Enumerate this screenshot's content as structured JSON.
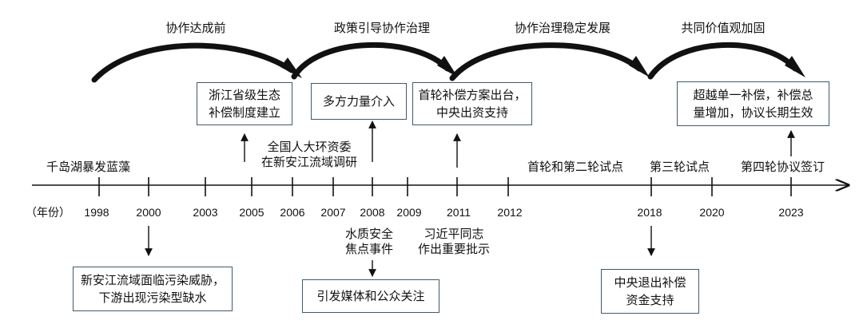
{
  "axis_unit": "（年份）",
  "phases": [
    {
      "id": "p1",
      "label": "协作达成前"
    },
    {
      "id": "p2",
      "label": "政策引导协作治理"
    },
    {
      "id": "p3",
      "label": "协作治理稳定发展"
    },
    {
      "id": "p4",
      "label": "共同价值观加固"
    }
  ],
  "years": [
    "1998",
    "2000",
    "2003",
    "2005",
    "2006",
    "2007",
    "2008",
    "2009",
    "2011",
    "2012",
    "2018",
    "2020",
    "2023"
  ],
  "events": {
    "y1998": "千岛湖暴发蓝藻",
    "y2006_survey": "全国人大环资委\n在新安江流域调研",
    "pilot_1_2": "首轮和第二轮试点",
    "pilot_3": "第三轮试点",
    "pilot_4": "第四轮协议签订",
    "y2008_water": "水质安全\n焦点事件",
    "y2011_xi": "习近平同志\n作出重要批示"
  },
  "boxes": {
    "zhejiang": "浙江省级生态\n补偿制度建立",
    "multi_forces": "多方力量介入",
    "first_round": "首轮补偿方案出台，\n中央出资支持",
    "beyond": "超越单一补偿，补偿总\n量增加，协议长期生效",
    "pollution": "新安江流域面临污染威胁，\n下游出现污染型缺水",
    "media": "引发媒体和公众关注",
    "central_exit": "中央退出补偿\n资金支持"
  },
  "colors": {
    "line": "#111111",
    "box_border": "#3f5a6e",
    "background": "#ffffff"
  }
}
